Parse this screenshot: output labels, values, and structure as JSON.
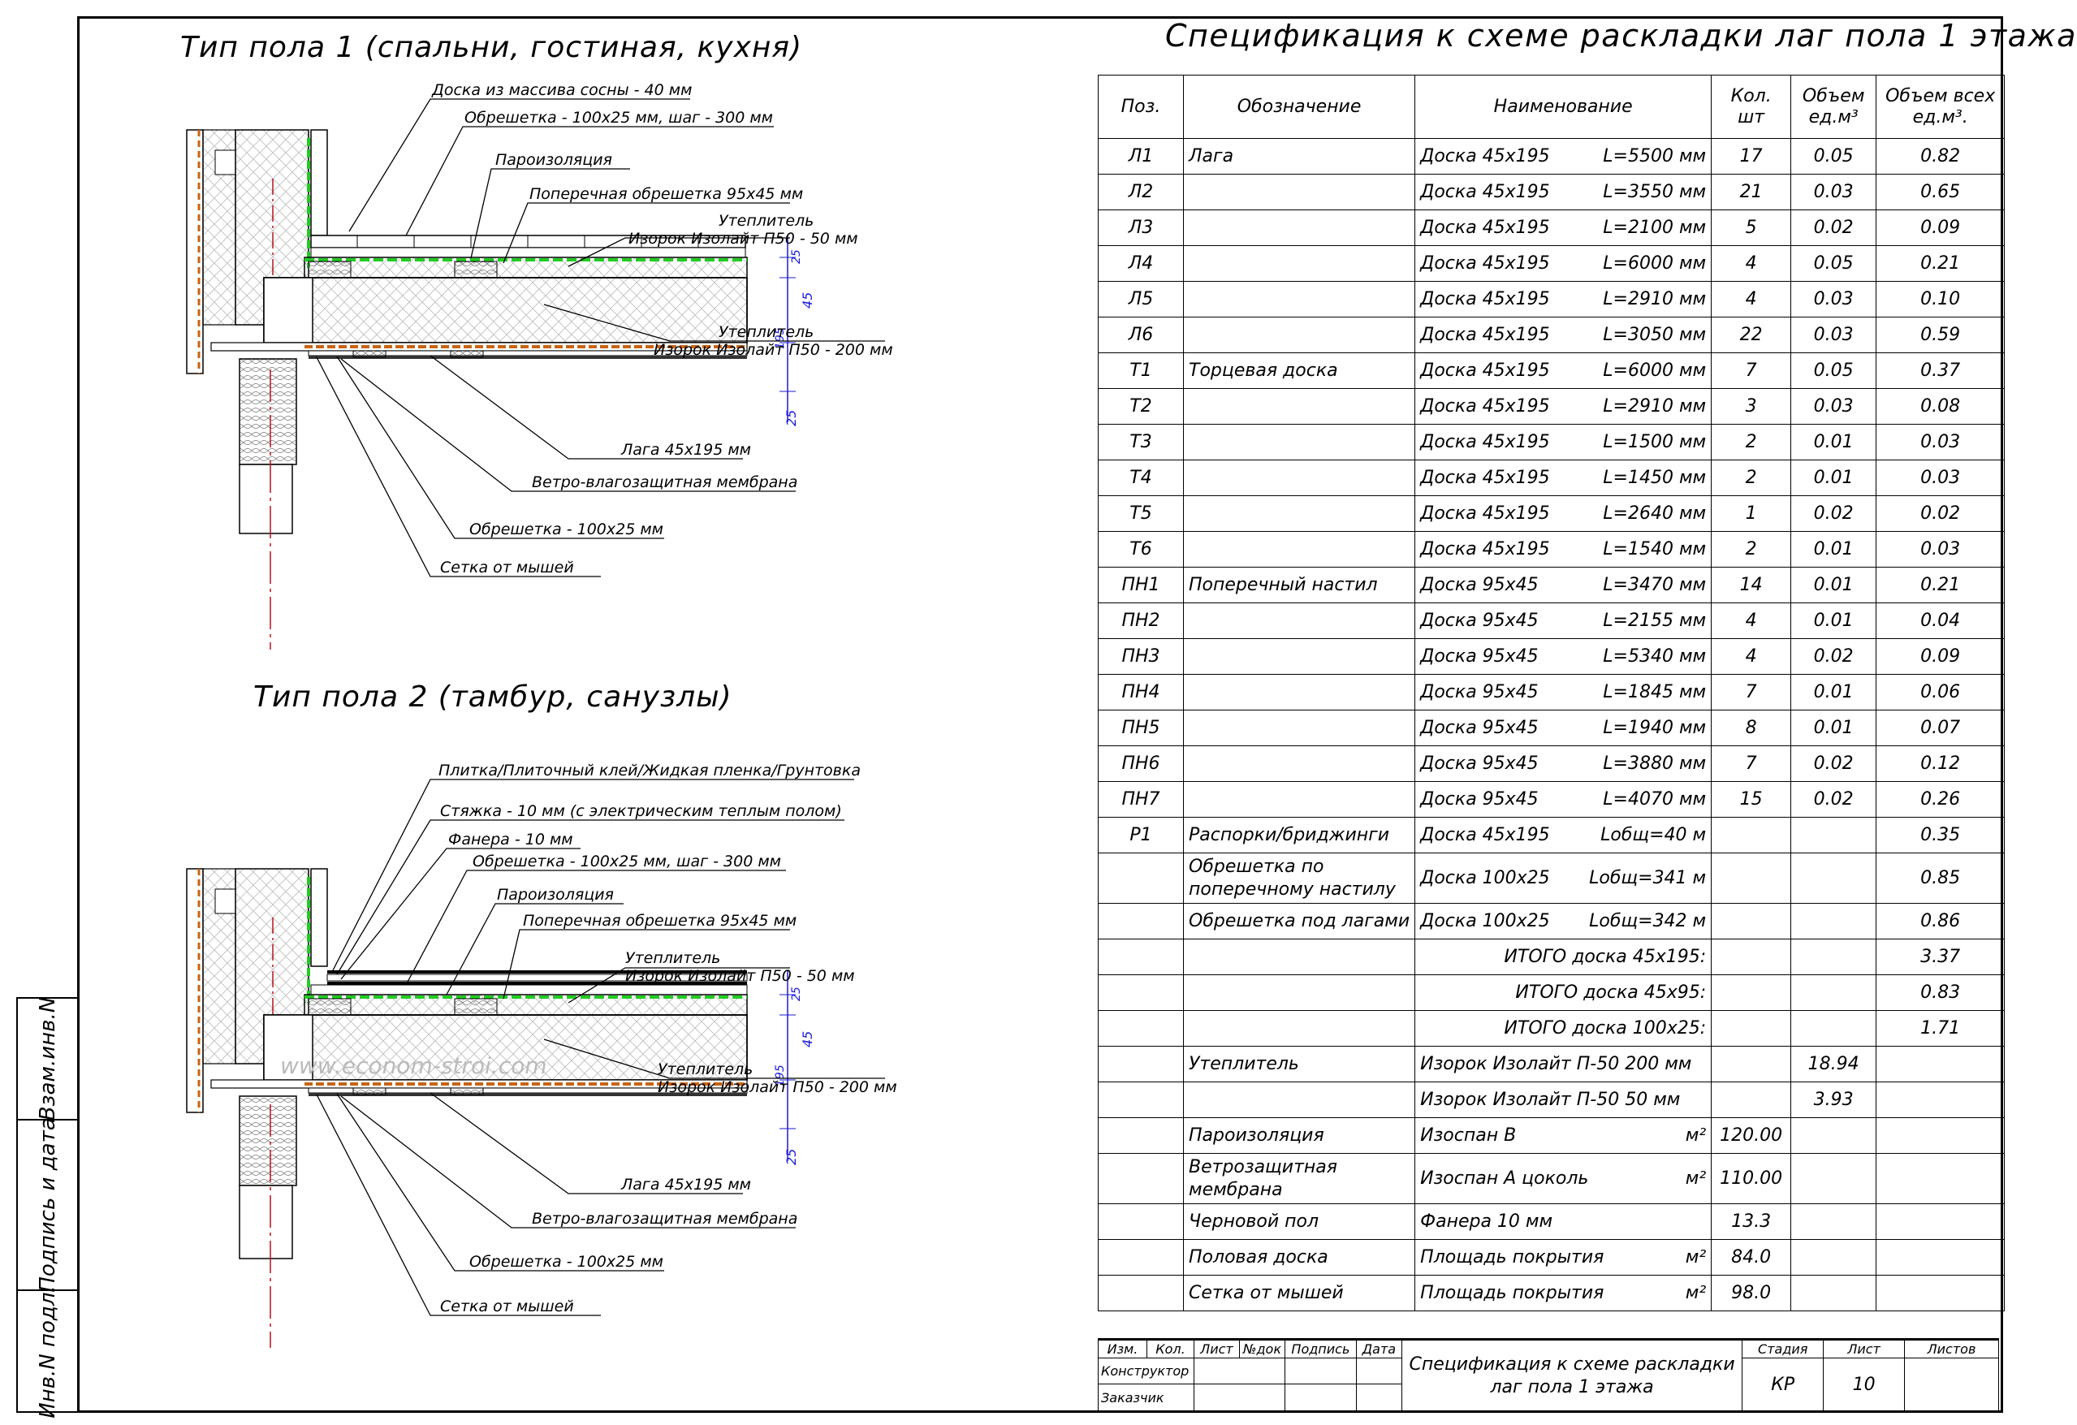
{
  "side_strip": {
    "cell_inv_podl": "Инв.N подл.",
    "cell_podpis_data": "Подпись и дата",
    "cell_vzam_inv": "Взам.инв.N"
  },
  "diagram1": {
    "title": "Тип пола 1 (спальни, гостиная, кухня)",
    "labels": {
      "l1": "Доска из массива сосны - 40 мм",
      "l2": "Обрешетка - 100х25 мм, шаг - 300 мм",
      "l3": "Пароизоляция",
      "l4": "Поперечная обрешетка 95х45 мм",
      "l5a": "Утеплитель",
      "l5b": "Изорок Изолайт П50 - 50 мм",
      "l6a": "Утеплитель",
      "l6b": "Изорок Изолайт П50 - 200 мм",
      "l7": "Лага 45х195 мм",
      "l8": "Ветро-влагозащитная мембрана",
      "l9": "Обрешетка - 100х25 мм",
      "l10": "Сетка от мышей"
    },
    "dims": {
      "d1": "25",
      "d2": "45",
      "d3": "195",
      "d4": "25"
    }
  },
  "diagram2": {
    "title": "Тип пола 2 (тамбур, санузлы)",
    "labels": {
      "l1": "Плитка/Плиточный клей/Жидкая пленка/Грунтовка",
      "l2": "Стяжка - 10 мм (с электрическим теплым полом)",
      "l3": "Фанера - 10 мм",
      "l4": "Обрешетка - 100х25 мм, шаг - 300 мм",
      "l5": "Пароизоляция",
      "l6": "Поперечная обрешетка 95х45 мм",
      "l7a": "Утеплитель",
      "l7b": "Изорок Изолайт П50 - 50 мм",
      "l8a": "Утеплитель",
      "l8b": "Изорок Изолайт П50 - 200 мм",
      "l9": "Лага 45х195 мм",
      "l10": "Ветро-влагозащитная мембрана",
      "l11": "Обрешетка - 100х25 мм",
      "l12": "Сетка от мышей"
    },
    "dims": {
      "d1": "25",
      "d2": "45",
      "d3": "195",
      "d4": "25"
    },
    "watermark": "www.econom-stroi.com"
  },
  "colors": {
    "vapor_barrier": "#22cc22",
    "membrane": "#c86414",
    "dim_lines": "#1a1adc",
    "axis": "#b4141e"
  },
  "spec": {
    "title": "Спецификация к схеме раскладки лаг пола 1 этажа",
    "headers": {
      "pos": "Поз.",
      "oboz": "Обозначение",
      "naim": "Наименование",
      "kol1": "Кол.",
      "kol2": "шт",
      "ob1_1": "Объем",
      "ob1_2": "ед.м³",
      "ob2_1": "Объем всех",
      "ob2_2": "ед.м³."
    },
    "rows": [
      {
        "pos": "Л1",
        "oboz": "Лага",
        "naim": "Доска 45х195",
        "len": "L=5500 мм",
        "qty": "17",
        "vol": "0.05",
        "total": "0.82"
      },
      {
        "pos": "Л2",
        "oboz": "",
        "naim": "Доска 45х195",
        "len": "L=3550 мм",
        "qty": "21",
        "vol": "0.03",
        "total": "0.65"
      },
      {
        "pos": "Л3",
        "oboz": "",
        "naim": "Доска 45х195",
        "len": "L=2100 мм",
        "qty": "5",
        "vol": "0.02",
        "total": "0.09"
      },
      {
        "pos": "Л4",
        "oboz": "",
        "naim": "Доска 45х195",
        "len": "L=6000 мм",
        "qty": "4",
        "vol": "0.05",
        "total": "0.21"
      },
      {
        "pos": "Л5",
        "oboz": "",
        "naim": "Доска 45х195",
        "len": "L=2910 мм",
        "qty": "4",
        "vol": "0.03",
        "total": "0.10"
      },
      {
        "pos": "Л6",
        "oboz": "",
        "naim": "Доска 45х195",
        "len": "L=3050 мм",
        "qty": "22",
        "vol": "0.03",
        "total": "0.59"
      },
      {
        "pos": "Т1",
        "oboz": "Торцевая доска",
        "naim": "Доска 45х195",
        "len": "L=6000 мм",
        "qty": "7",
        "vol": "0.05",
        "total": "0.37"
      },
      {
        "pos": "Т2",
        "oboz": "",
        "naim": "Доска 45х195",
        "len": "L=2910 мм",
        "qty": "3",
        "vol": "0.03",
        "total": "0.08"
      },
      {
        "pos": "Т3",
        "oboz": "",
        "naim": "Доска 45х195",
        "len": "L=1500 мм",
        "qty": "2",
        "vol": "0.01",
        "total": "0.03"
      },
      {
        "pos": "Т4",
        "oboz": "",
        "naim": "Доска 45х195",
        "len": "L=1450 мм",
        "qty": "2",
        "vol": "0.01",
        "total": "0.03"
      },
      {
        "pos": "Т5",
        "oboz": "",
        "naim": "Доска 45х195",
        "len": "L=2640 мм",
        "qty": "1",
        "vol": "0.02",
        "total": "0.02"
      },
      {
        "pos": "Т6",
        "oboz": "",
        "naim": "Доска 45х195",
        "len": "L=1540 мм",
        "qty": "2",
        "vol": "0.01",
        "total": "0.03"
      },
      {
        "pos": "ПН1",
        "oboz": "Поперечный настил",
        "naim": "Доска 95х45",
        "len": "L=3470 мм",
        "qty": "14",
        "vol": "0.01",
        "total": "0.21"
      },
      {
        "pos": "ПН2",
        "oboz": "",
        "naim": "Доска 95х45",
        "len": "L=2155 мм",
        "qty": "4",
        "vol": "0.01",
        "total": "0.04"
      },
      {
        "pos": "ПН3",
        "oboz": "",
        "naim": "Доска 95х45",
        "len": "L=5340 мм",
        "qty": "4",
        "vol": "0.02",
        "total": "0.09"
      },
      {
        "pos": "ПН4",
        "oboz": "",
        "naim": "Доска 95х45",
        "len": "L=1845 мм",
        "qty": "7",
        "vol": "0.01",
        "total": "0.06"
      },
      {
        "pos": "ПН5",
        "oboz": "",
        "naim": "Доска 95х45",
        "len": "L=1940 мм",
        "qty": "8",
        "vol": "0.01",
        "total": "0.07"
      },
      {
        "pos": "ПН6",
        "oboz": "",
        "naim": "Доска 95х45",
        "len": "L=3880 мм",
        "qty": "7",
        "vol": "0.02",
        "total": "0.12"
      },
      {
        "pos": "ПН7",
        "oboz": "",
        "naim": "Доска 95х45",
        "len": "L=4070 мм",
        "qty": "15",
        "vol": "0.02",
        "total": "0.26"
      },
      {
        "pos": "Р1",
        "oboz": "Распорки/бриджинги",
        "naim": "Доска 45х195",
        "len": "Lобщ=40 м",
        "qty": "",
        "vol": "",
        "total": "0.35"
      },
      {
        "pos": "",
        "oboz": "Обрешетка по поперечному настилу",
        "naim": "Доска 100х25",
        "len": "Lобщ=341 м",
        "qty": "",
        "vol": "",
        "total": "0.85"
      },
      {
        "pos": "",
        "oboz": "Обрешетка под лагами",
        "naim": "Доска 100х25",
        "len": "Lобщ=342 м",
        "qty": "",
        "vol": "",
        "total": "0.86"
      }
    ],
    "totals": [
      {
        "label": "ИТОГО  доска 45х195:",
        "value": "3.37"
      },
      {
        "label": "ИТОГО  доска 45х95:",
        "value": "0.83"
      },
      {
        "label": "ИТОГО доска 100х25:",
        "value": "1.71"
      }
    ],
    "materials": [
      {
        "oboz": "Утеплитель",
        "naim": "Изорок Изолайт П-50 200 мм",
        "unit": "",
        "qty": "",
        "vol": "18.94"
      },
      {
        "oboz": "",
        "naim": "Изорок Изолайт П-50 50 мм",
        "unit": "",
        "qty": "",
        "vol": "3.93"
      },
      {
        "oboz": "Пароизоляция",
        "naim": "Изоспан В",
        "unit": "м²",
        "qty": "120.00",
        "vol": ""
      },
      {
        "oboz": "Ветрозащитная мембрана",
        "naim": "Изоспан А цоколь",
        "unit": "м²",
        "qty": "110.00",
        "vol": ""
      },
      {
        "oboz": "Черновой пол",
        "naim": "Фанера 10 мм",
        "unit": "",
        "qty": "13.3",
        "vol": ""
      },
      {
        "oboz": "Половая доска",
        "naim": "Площадь покрытия",
        "unit": "м²",
        "qty": "84.0",
        "vol": ""
      },
      {
        "oboz": "Сетка от мышей",
        "naim": "Площадь покрытия",
        "unit": "м²",
        "qty": "98.0",
        "vol": ""
      }
    ]
  },
  "title_block": {
    "h_izm": "Изм.",
    "h_kol": "Кол.",
    "h_list": "Лист",
    "h_ndok": "№док",
    "h_podpis": "Подпись",
    "h_data": "Дата",
    "konstruktor": "Конструктор",
    "zakazchik": "Заказчик",
    "name": "Спецификация к схеме раскладки лаг пола 1 этажа",
    "h_stadia": "Стадия",
    "h_list2": "Лист",
    "h_listov": "Листов",
    "stadia": "КР",
    "list": "10",
    "listov": ""
  }
}
